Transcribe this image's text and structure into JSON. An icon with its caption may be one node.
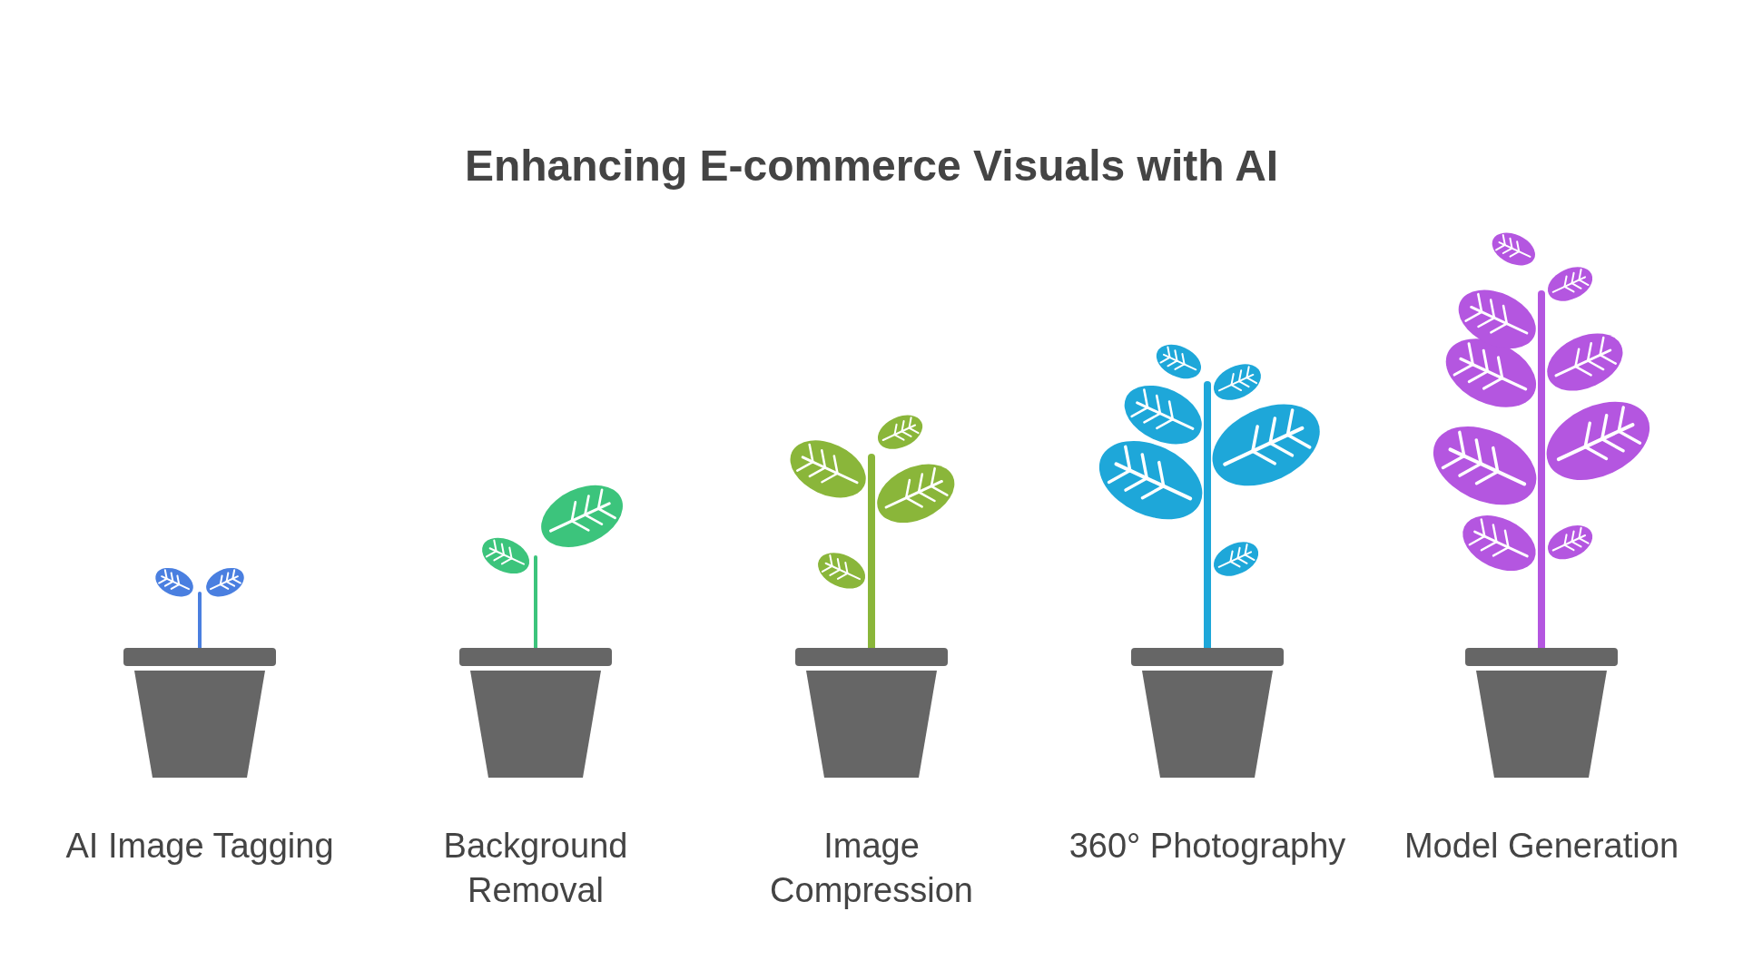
{
  "diagram": {
    "title": "Enhancing E-commerce Visuals with AI",
    "labels": [
      "AI Image Tagging",
      "Background Removal",
      "Image Compression",
      "360° Photography",
      "Model Generation"
    ]
  }
}
